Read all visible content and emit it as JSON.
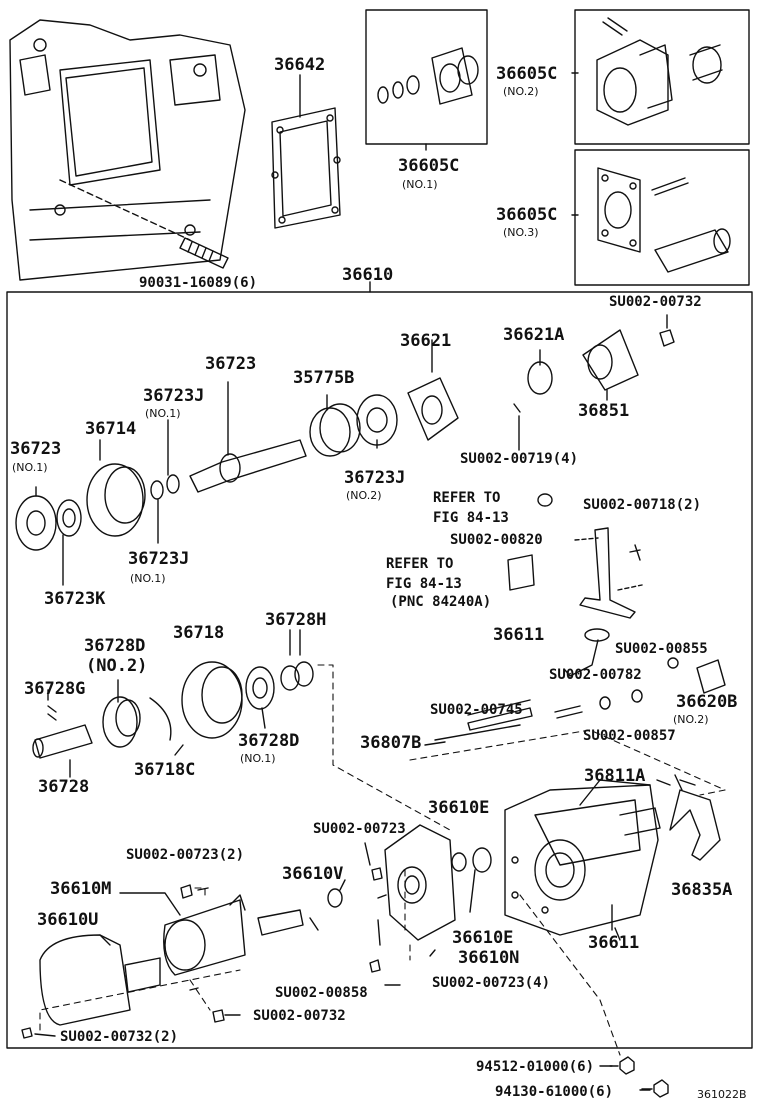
{
  "labels": {
    "l36642": "36642",
    "l36605c_a": "36605C",
    "l36605c_b": "36605C",
    "l36605c_c": "36605C",
    "no1": "(NO.1)",
    "no2": "(NO.2)",
    "no3": "(NO.3)",
    "no2_big": "(NO.2)",
    "l90031": "90031-16089(6)",
    "l36610": "36610",
    "su00732": "SU002-00732",
    "su00732_2": "SU002-00732(2)",
    "l36621": "36621",
    "l36621a": "36621A",
    "l36723": "36723",
    "l35775b": "35775B",
    "l36723j": "36723J",
    "l36851": "36851",
    "l36714": "36714",
    "su00719": "SU002-00719(4)",
    "refer_to": "REFER TO",
    "fig_84_13": "FIG 84-13",
    "pnc": "(PNC 84240A)",
    "su00718": "SU002-00718(2)",
    "su00820": "SU002-00820",
    "l36723k": "36723K",
    "l36728h": "36728H",
    "l36718": "36718",
    "l36611": "36611",
    "l36728d": "36728D",
    "su00855": "SU002-00855",
    "su00782": "SU002-00782",
    "l36728g": "36728G",
    "l36620b": "36620B",
    "su00745": "SU002-00745",
    "su00857": "SU002-00857",
    "l36807b": "36807B",
    "l36718c": "36718C",
    "l36811a": "36811A",
    "l36728": "36728",
    "l36610e": "36610E",
    "su00723": "SU002-00723",
    "su00723_2": "SU002-00723(2)",
    "su00723_4": "SU002-00723(4)",
    "l36610v": "36610V",
    "l36610m": "36610M",
    "l36835a": "36835A",
    "l36610u": "36610U",
    "l36610n": "36610N",
    "su00858": "SU002-00858",
    "l94512": "94512-01000(6)",
    "l94130": "94130-61000(6)",
    "figcode": "361022B"
  }
}
